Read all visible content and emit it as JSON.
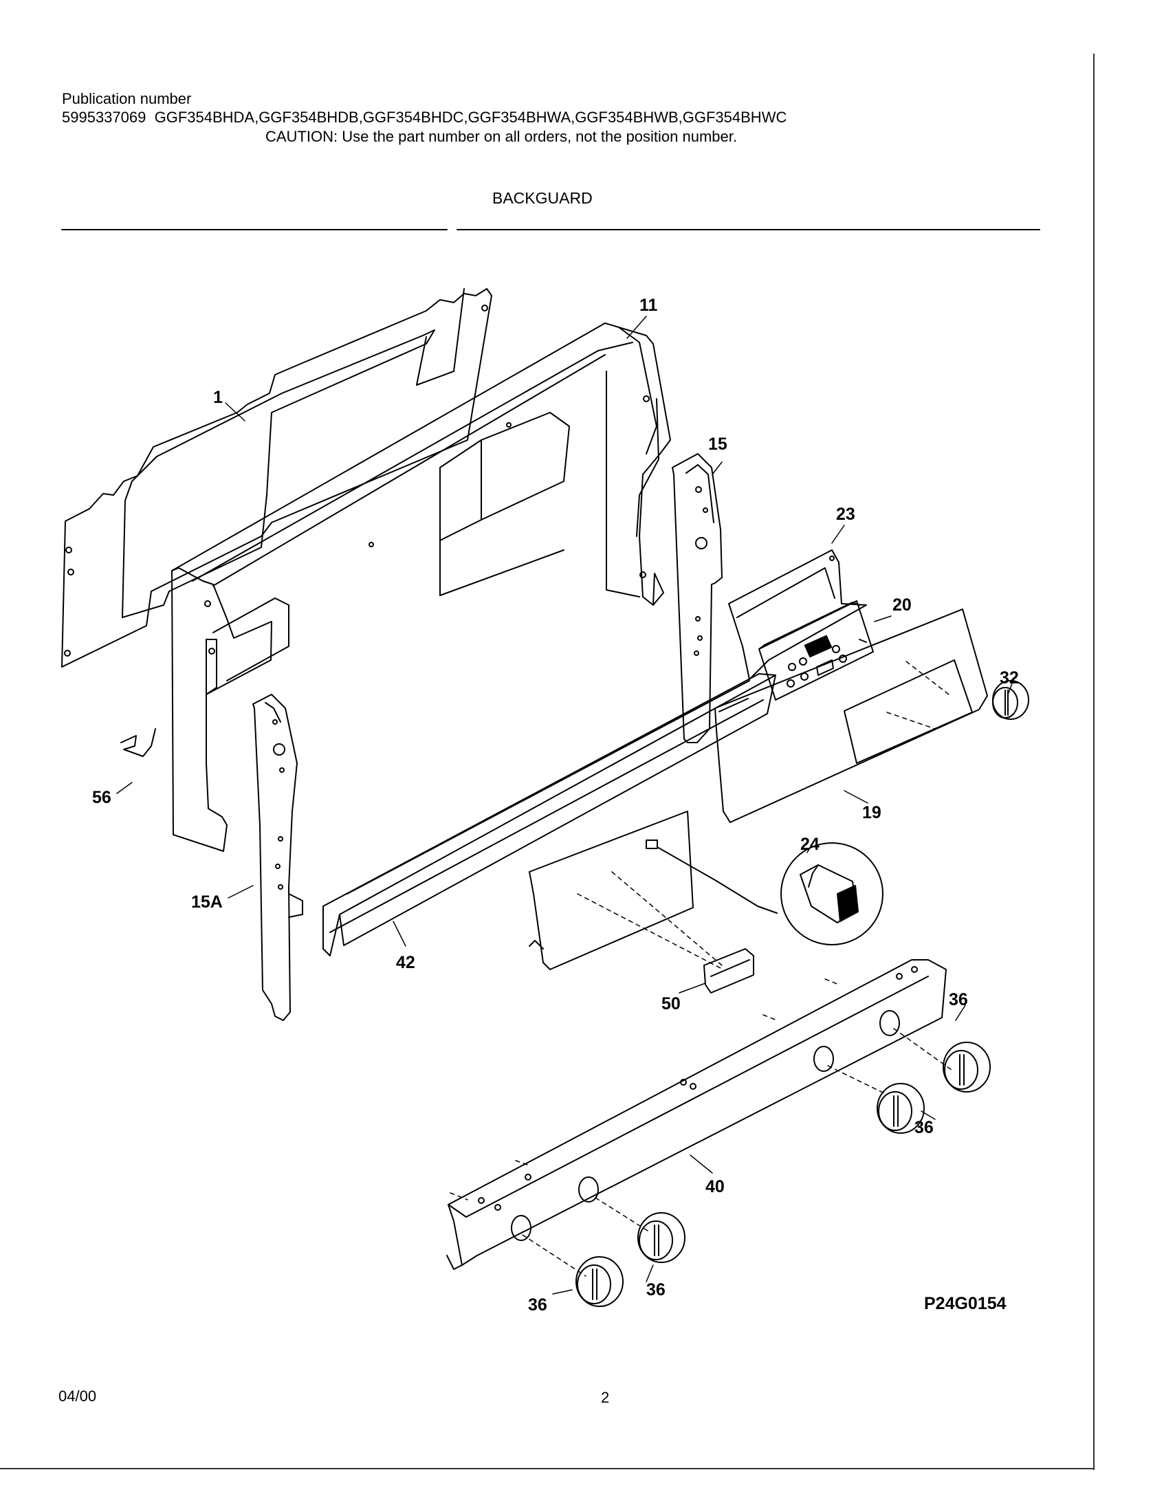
{
  "header": {
    "publication_label": "Publication number",
    "publication_number": "5995337069",
    "models": "GGF354BHDA,GGF354BHDB,GGF354BHDC,GGF354BHWA,GGF354BHWB,GGF354BHWC",
    "caution": "CAUTION:  Use the part number on all orders, not the position number.",
    "section_title": "BACKGUARD"
  },
  "diagram": {
    "figure_id": "P24G0154",
    "callouts": [
      "1",
      "11",
      "15",
      "15A",
      "19",
      "20",
      "23",
      "24",
      "32",
      "36",
      "40",
      "42",
      "50",
      "56"
    ]
  },
  "footer": {
    "date": "04/00",
    "page": "2"
  }
}
